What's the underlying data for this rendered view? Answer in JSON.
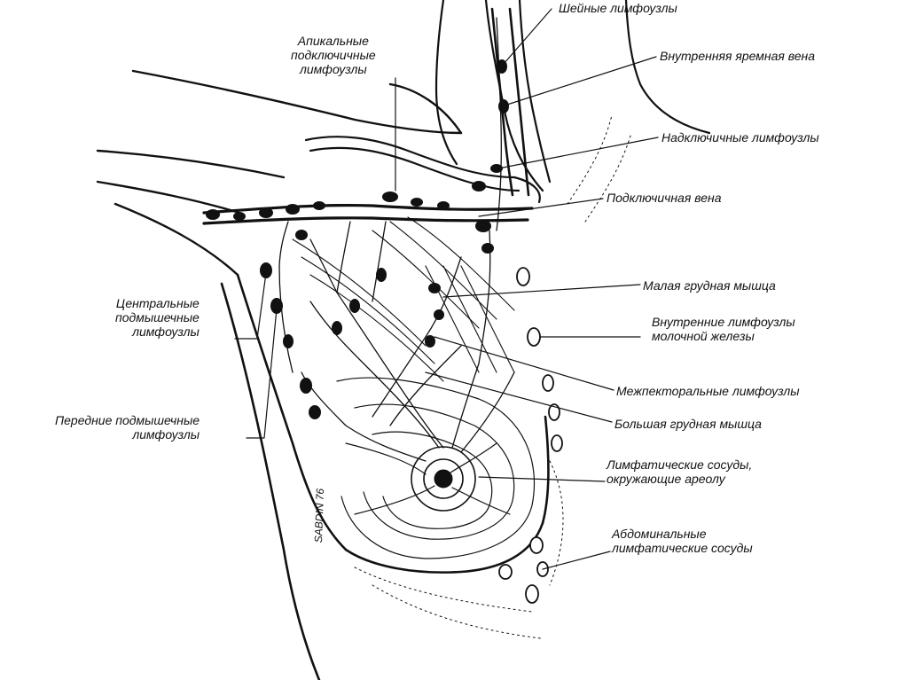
{
  "labels": {
    "cervical_nodes": "Шейные лимфоузлы",
    "apical_nodes": "Апикальные\nподключичные\nлимфоузлы",
    "internal_jugular_vein": "Внутренняя яремная вена",
    "supraclavicular_nodes": "Надключичные лимфоузлы",
    "subclavian_vein": "Подключичная вена",
    "pectoralis_minor": "Малая грудная мышца",
    "central_axillary_nodes": "Центральные\nподмышечные\nлимфоузлы",
    "internal_mammary_nodes": "Внутренние лимфоузлы\nмолочной железы",
    "interpectoral_nodes": "Межпекторальные лимфоузлы",
    "pectoralis_major": "Большая грудная мышца",
    "anterior_axillary_nodes": "Передние подмышечные\nлимфоузлы",
    "areolar_vessels": "Лимфатические сосуды,\nокружающие ареолу",
    "abdominal_vessels": "Абдоминальные\nлимфатические сосуды"
  },
  "signature": "SABDIN 76"
}
